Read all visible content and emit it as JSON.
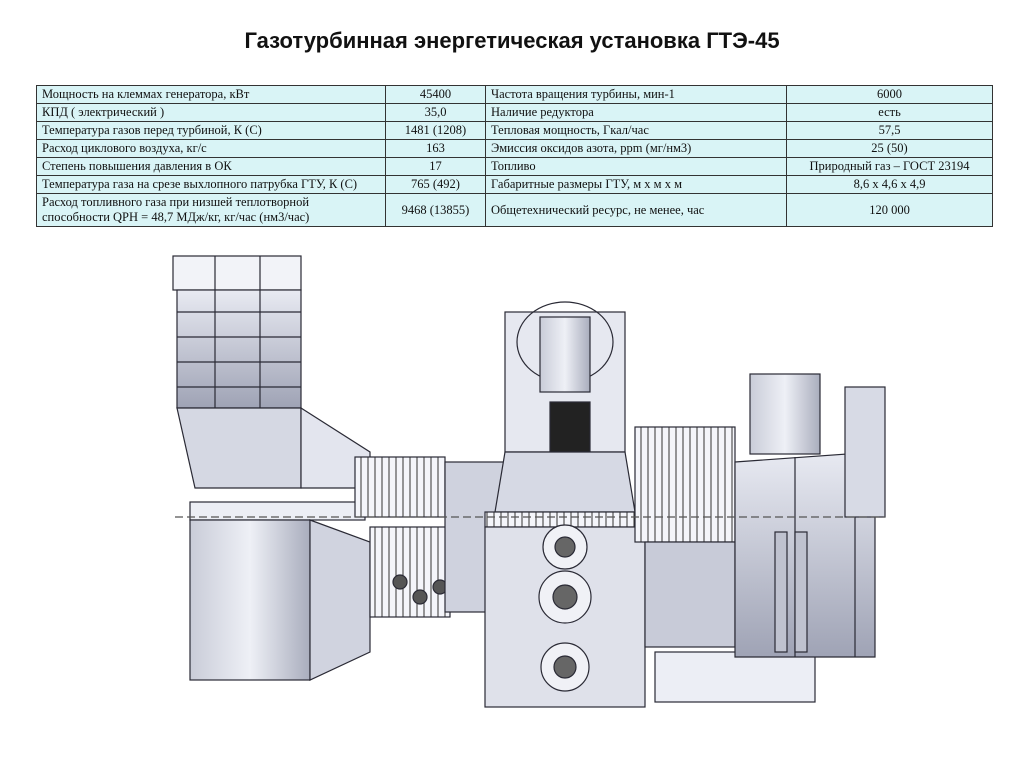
{
  "title": "Газотурбинная энергетическая установка ГТЭ-45",
  "specs": [
    {
      "label": "Мощность на клеммах генератора, кВт",
      "value": "45400",
      "label2": "Частота вращения турбины, мин-1",
      "value2": "6000"
    },
    {
      "label": "КПД ( электрический )",
      "value": "35,0",
      "label2": "Наличие редуктора",
      "value2": "есть"
    },
    {
      "label": "Температура газов перед турбиной, К (С)",
      "value": "1481 (1208)",
      "label2": "Тепловая мощность, Гкал/час",
      "value2": "57,5"
    },
    {
      "label": "Расход циклового воздуха, кг/с",
      "value": "163",
      "label2": "Эмиссия оксидов азота, ppm (мг/нм3)",
      "value2": "25 (50)"
    },
    {
      "label": "Степень повышения давления в ОК",
      "value": "17",
      "label2": "Топливо",
      "value2": "Природный газ – ГОСТ 23194"
    },
    {
      "label": "Температура газа на срезе выхлопного патрубка ГТУ, К (С)",
      "value": "765 (492)",
      "label2": "Габаритные размеры ГТУ, м х м х м",
      "value2": "8,6 х 4,6 х 4,9"
    },
    {
      "label": "Расход топливного газа при низшей теплотворной способности QPH = 48,7 МДж/кг, кг/час (нм3/час)",
      "value": "9468 (13855)",
      "label2": "Общетехнический ресурс, не менее, час",
      "value2": "120 000"
    }
  ]
}
